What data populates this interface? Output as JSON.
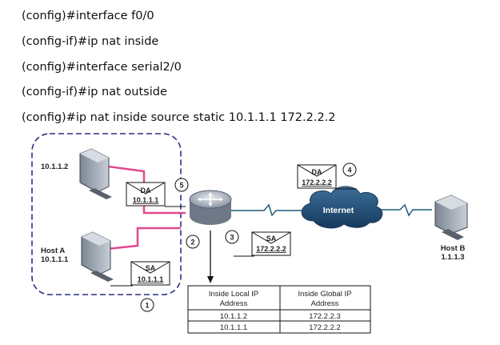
{
  "commands": [
    "(config)#interface f0/0",
    "(config-if)#ip nat inside",
    "(config)#interface serial2/0",
    "(config-if)#ip nat outside",
    "(config)#ip nat inside source static 10.1.1.1    172.2.2.2"
  ],
  "hosts": {
    "pc_top": "10.1.1.2",
    "host_a": "Host A",
    "host_a_ip": "10.1.1.1",
    "host_b": "Host B",
    "host_b_ip": "1.1.1.3"
  },
  "cloud_label": "Internet",
  "packets": {
    "sa_local": {
      "field": "SA",
      "value": "10.1.1.1"
    },
    "da_local": {
      "field": "DA",
      "value": "10.1.1.1"
    },
    "sa_global": {
      "field": "SA",
      "value": "172.2.2.2"
    },
    "da_global": {
      "field": "DA",
      "value": "172.2.2.2"
    }
  },
  "steps": [
    "1",
    "2",
    "3",
    "4",
    "5"
  ],
  "nat_table": {
    "headers": [
      "Inside Local  IP\nAddress",
      "Inside Global  IP\nAddress"
    ],
    "rows": [
      [
        "10.1.1.2",
        "172.2.2.3"
      ],
      [
        "10.1.1.1",
        "172.2.2.2"
      ]
    ]
  },
  "colors": {
    "inside_links": "#e0498f",
    "wan_links": "#1f5a7a",
    "dashed_border": "#2b2f86"
  }
}
